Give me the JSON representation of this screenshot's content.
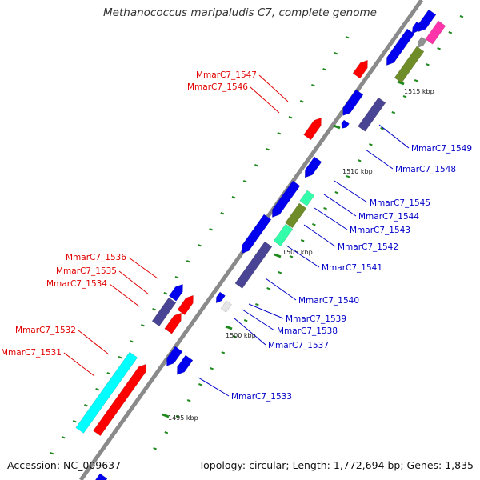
{
  "title": "Methanococcus maripaludis C7, complete genome",
  "accession": "Accession: NC_009637",
  "topology": "Topology: circular; Length: 1,772,694 bp; Genes: 1,835",
  "colors": {
    "backbone": "#8a8a8a",
    "tick": "#1e8a1e",
    "label_left": "#e00000",
    "label_right": "#0000c8",
    "red": "#ff0000",
    "blue": "#0000ee",
    "navy": "#4a4494",
    "cyan": "#00ffff",
    "mint": "#33ffaa",
    "olive": "#6e8c28",
    "grey": "#909090",
    "magenta": "#ff33aa",
    "white": "#e6e6e6"
  },
  "scale_labels": [
    "1495 kbp",
    "1500 kbp",
    "1505 kbp",
    "1510 kbp",
    "1515 kbp"
  ],
  "genes_left": [
    "MmarC7_1547",
    "MmarC7_1546",
    "MmarC7_1536",
    "MmarC7_1535",
    "MmarC7_1534",
    "MmarC7_1532",
    "MmarC7_1531"
  ],
  "genes_right": [
    "MmarC7_1549",
    "MmarC7_1548",
    "MmarC7_1545",
    "MmarC7_1544",
    "MmarC7_1543",
    "MmarC7_1542",
    "MmarC7_1541",
    "MmarC7_1540",
    "MmarC7_1539",
    "MmarC7_1538",
    "MmarC7_1537",
    "MmarC7_1533"
  ]
}
